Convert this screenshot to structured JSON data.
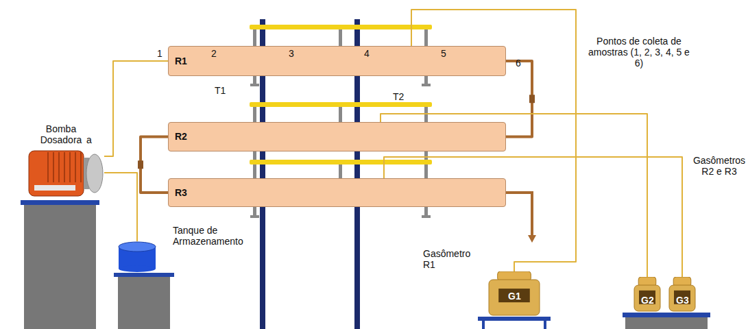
{
  "diagram": {
    "nodes": [
      {
        "text": [
          "Bomba Dosadora"
        ]
      },
      {
        "text": [
          "Tanque de Armazenamento"
        ]
      },
      {
        "text": [
          "R1"
        ]
      },
      {
        "text": [
          "R2"
        ]
      },
      {
        "text": [
          "R3"
        ]
      },
      {
        "text": [
          "G1",
          "Gasômetro R1"
        ]
      },
      {
        "text": [
          "G2"
        ]
      },
      {
        "text": [
          "G3"
        ]
      }
    ],
    "edges": [
      {
        "from": 1,
        "to": 0,
        "arrow": "none"
      },
      {
        "from": 0,
        "to": 2,
        "arrow": "none"
      },
      {
        "from": 2,
        "to": 3,
        "arrow": "none"
      },
      {
        "from": 3,
        "to": 4,
        "arrow": "none"
      },
      {
        "from": 2,
        "to": 5,
        "arrow": "none"
      },
      {
        "from": 3,
        "to": 6,
        "arrow": "none"
      },
      {
        "from": 4,
        "to": 7,
        "arrow": "none"
      }
    ],
    "labels": [
      "1",
      "2",
      "3",
      "4",
      "5",
      "6",
      "T1",
      "T2",
      "Pontos de coleta de amostras (1, 2, 3, 4, 5 e 6)",
      "Gasômetros R2 e R3",
      "a"
    ]
  }
}
